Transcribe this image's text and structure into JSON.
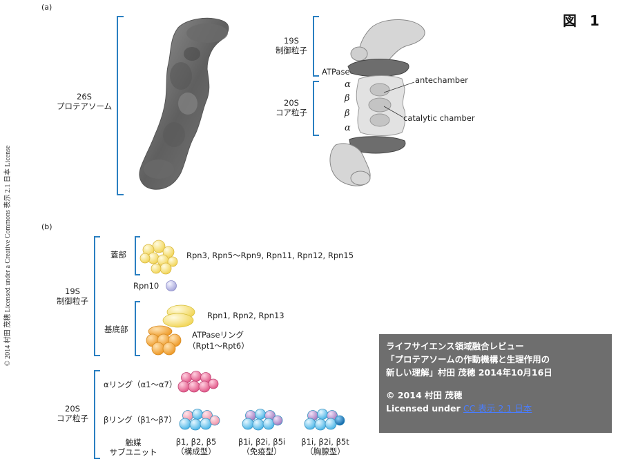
{
  "side_license": "© 2014 村田 茂穂 Licensed under a Creative Commons 表示 2.1 日本 License",
  "figure_number": "図 1",
  "panel_a": {
    "label": "(a)",
    "left_label_line1": "26S",
    "left_label_line2": "プロテアソーム",
    "right_19s_line1": "19S",
    "right_19s_line2": "制御粒子",
    "atpase": "ATPase",
    "right_20s_line1": "20S",
    "right_20s_line2": "コア粒子",
    "ring_labels": [
      "α",
      "β",
      "β",
      "α"
    ],
    "antechamber": "antechamber",
    "catalytic_chamber": "catalytic chamber"
  },
  "panel_b": {
    "label": "(b)",
    "rp_line1": "19S",
    "rp_line2": "制御粒子",
    "lid": "蓋部",
    "lid_subunits": "Rpn3, Rpn5〜Rpn9, Rpn11, Rpn12, Rpn15",
    "rpn10": "Rpn10",
    "base": "基底部",
    "base_subunits": "Rpn1, Rpn2, Rpn13",
    "atpase_ring": "ATPaseリング",
    "atpase_ring_sub": "（Rpt1〜Rpt6）",
    "cp_line1": "20S",
    "cp_line2": "コア粒子",
    "alpha_ring": "αリング（α1〜α7）",
    "beta_ring": "βリング（β1〜β7）",
    "catalytic_line1": "触媒",
    "catalytic_line2": "サブユニット",
    "types": [
      {
        "subunits": "β1, β2, β5",
        "name": "（構成型）"
      },
      {
        "subunits": "β1i, β2i, β5i",
        "name": "（免疫型）"
      },
      {
        "subunits": "β1i, β2i, β5t",
        "name": "（胸腺型）"
      }
    ]
  },
  "info_box": {
    "title_line1": "ライフサイエンス領域融合レビュー",
    "title_line2": "「プロテアソームの作動機構と生理作用の",
    "title_line3": "新しい理解」村田 茂穂 2014年10月16日",
    "copyright": "© 2014 村田 茂穂",
    "license_prefix": "Licensed under ",
    "license_link": "CC 表示 2.1 日本"
  },
  "colors": {
    "bracket": "#2a7fc1",
    "lid_yellow": "#f7e07a",
    "base_yellow": "#f5e36a",
    "atpase_orange": "#f4a83a",
    "alpha_pink": "#ee6f9b",
    "beta_blue": "#6ec6ee",
    "beta_pink": "#f3a3b4",
    "immuno_purple": "#b58ec8",
    "thymo_navy": "#1f7ec2",
    "rpn10_lavender": "#b8b8e6",
    "info_bg": "#6e6e6e"
  }
}
